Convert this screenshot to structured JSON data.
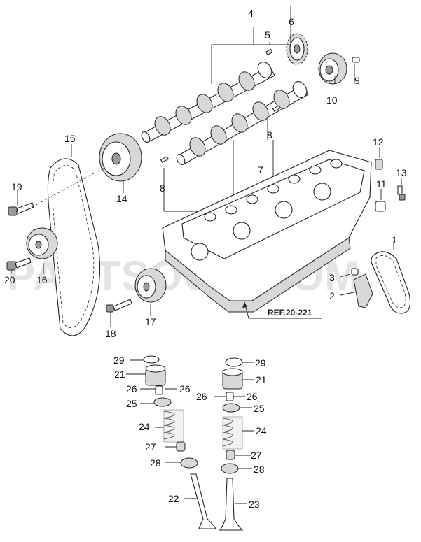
{
  "watermark": "PARTSOUQ.COM",
  "reference_label": "REF.20-221",
  "callouts": [
    "1",
    "2",
    "3",
    "4",
    "5",
    "6",
    "7",
    "8",
    "8",
    "9",
    "10",
    "11",
    "12",
    "13",
    "14",
    "15",
    "16",
    "17",
    "18",
    "19",
    "20",
    "21",
    "21",
    "22",
    "23",
    "24",
    "24",
    "25",
    "25",
    "26",
    "26",
    "26",
    "26",
    "27",
    "27",
    "28",
    "28",
    "29",
    "29"
  ]
}
